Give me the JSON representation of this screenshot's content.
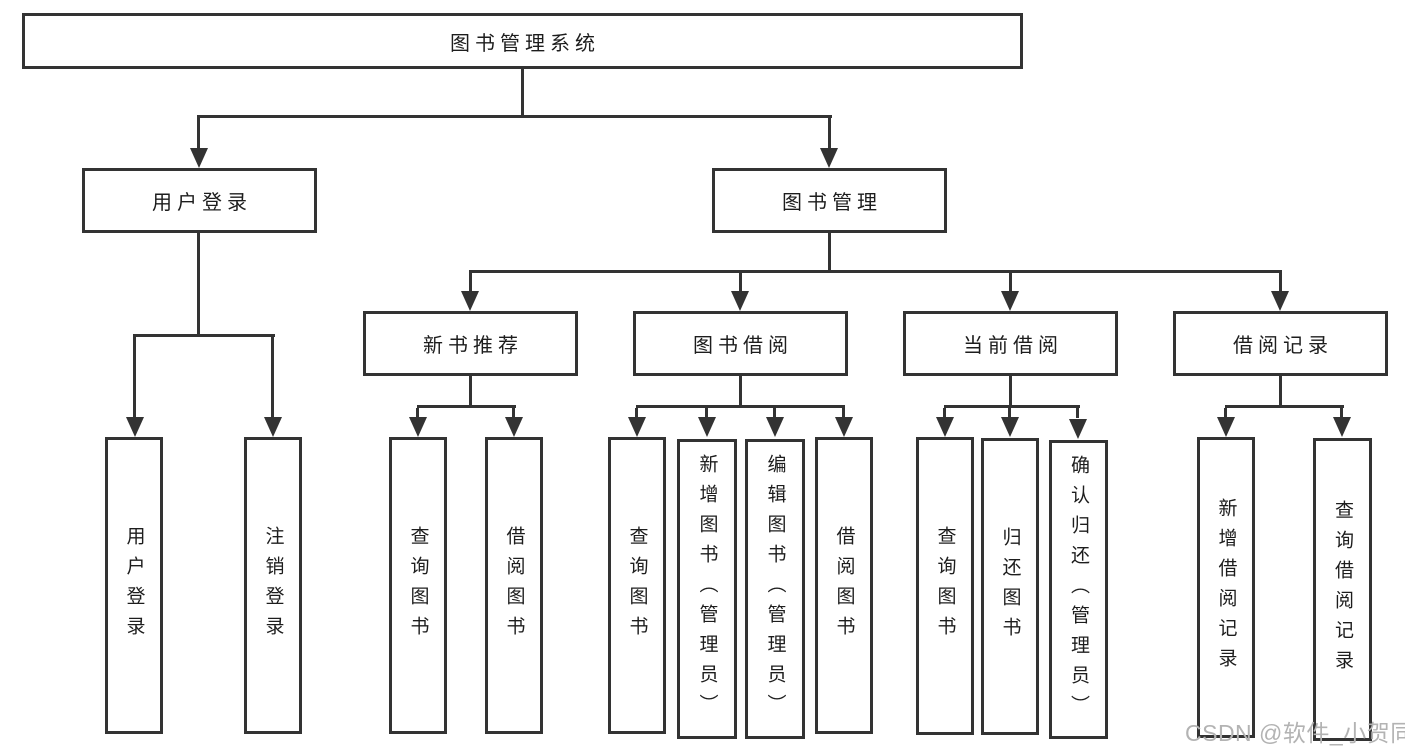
{
  "tree": {
    "label": "图书管理系统",
    "children": [
      {
        "label": "用户登录",
        "children": [
          {
            "label": "用户登录"
          },
          {
            "label": "注销登录"
          }
        ]
      },
      {
        "label": "图书管理",
        "children": [
          {
            "label": "新书推荐",
            "children": [
              {
                "label": "查询图书"
              },
              {
                "label": "借阅图书"
              }
            ]
          },
          {
            "label": "图书借阅",
            "children": [
              {
                "label": "查询图书"
              },
              {
                "label": "新增图书（管理员）"
              },
              {
                "label": "编辑图书（管理员）"
              },
              {
                "label": "借阅图书"
              }
            ]
          },
          {
            "label": "当前借阅",
            "children": [
              {
                "label": "查询图书"
              },
              {
                "label": "归还图书"
              },
              {
                "label": "确认归还（管理员）"
              }
            ]
          },
          {
            "label": "借阅记录",
            "children": [
              {
                "label": "新增借阅记录"
              },
              {
                "label": "查询借阅记录"
              }
            ]
          }
        ]
      }
    ]
  },
  "watermark": "CSDN @软件_小贺同学",
  "colors": {
    "line": "#333333",
    "box_border": "#333333",
    "box_fill": "#ffffff",
    "text": "#1d1d1d",
    "watermark": "#b3b3b3"
  }
}
